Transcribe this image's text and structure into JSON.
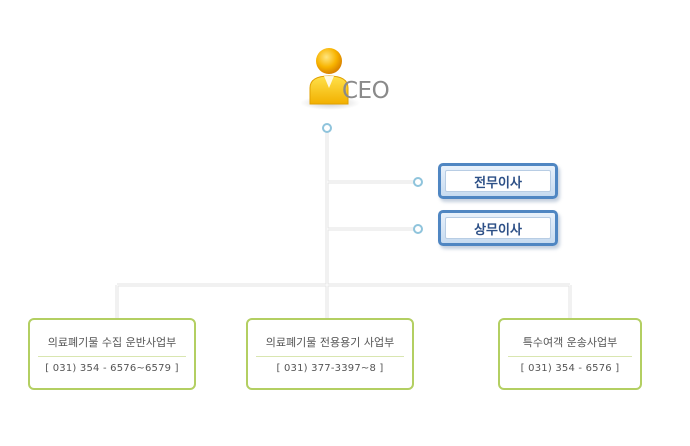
{
  "ceo": {
    "label": "CEO"
  },
  "executives": [
    {
      "label": "전무이사"
    },
    {
      "label": "상무이사"
    }
  ],
  "divisions": [
    {
      "title": "의료폐기물 수집 운반사업부",
      "phone": "[ 031) 354 - 6576~6579 ]"
    },
    {
      "title": "의료폐기물 전용용기 사업부",
      "phone": "[ 031) 377-3397~8 ]"
    },
    {
      "title": "특수여객 운송사업부",
      "phone": "[ 031) 354 - 6576 ]"
    }
  ],
  "colors": {
    "connector": "#e3e3e3",
    "node_dot": "#8fc4dc",
    "exec_border": "#4f86c2",
    "exec_text": "#2c4f86",
    "division_border": "#b3cf62",
    "ceo_icon_head": "#f4a300",
    "ceo_icon_body": "#ffcc00"
  },
  "icons": {
    "ceo": "person-icon"
  }
}
